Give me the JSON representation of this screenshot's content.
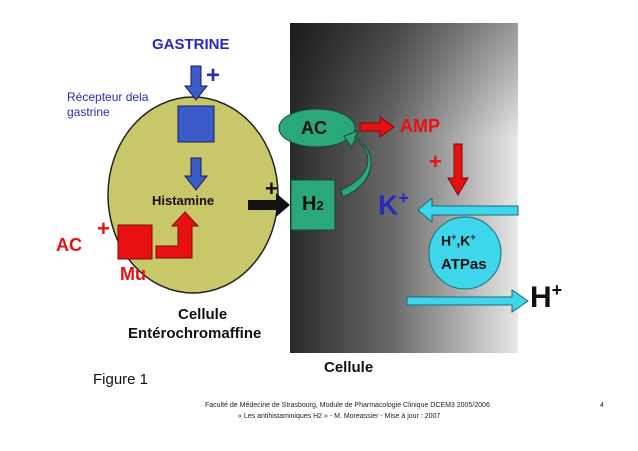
{
  "diagram": {
    "gastrine_label": "GASTRINE",
    "plus_gastrine": "+",
    "receptor_label_line1": "Récepteur dela",
    "receptor_label_line2": "gastrine",
    "histamine_label": "Histamine",
    "plus_histamine": "+",
    "ac_left_label": "AC",
    "plus_ac_left": "+",
    "mu_label": "Mu",
    "cell_label_line1": "Cellule",
    "cell_label_line2": "Entérochromaffine",
    "ac_right_label": "AC",
    "amp_label": "AMP",
    "plus_amp": "+",
    "h2_label": "H",
    "h2_sub": "2",
    "k_label": "K",
    "k_sup": "+",
    "pump_line1_h": "H",
    "pump_line1_hsup": "+",
    "pump_line1_k": ",K",
    "pump_line1_ksup": "+",
    "pump_line2": "ATPas",
    "h_out_label": "H",
    "h_out_sup": "+",
    "parietal_label": "Cellule",
    "figure_label": "Figure 1",
    "footer_line1": "Faculté de Médecine de Strasbourg, Module de Pharmacologie Clinique DCEM3 2005/2006",
    "footer_line2": "« Les antihistaminiques H2 » - M. Moreassier - Mise à jour : 2007",
    "page_number": "4"
  },
  "colors": {
    "ecl_cell": "#c8c86a",
    "blue_box": "#3a5bc8",
    "red": "#e81010",
    "green_box": "#2aa87a",
    "cyan": "#3ed6ea",
    "blue_text": "#2a2ab8"
  }
}
